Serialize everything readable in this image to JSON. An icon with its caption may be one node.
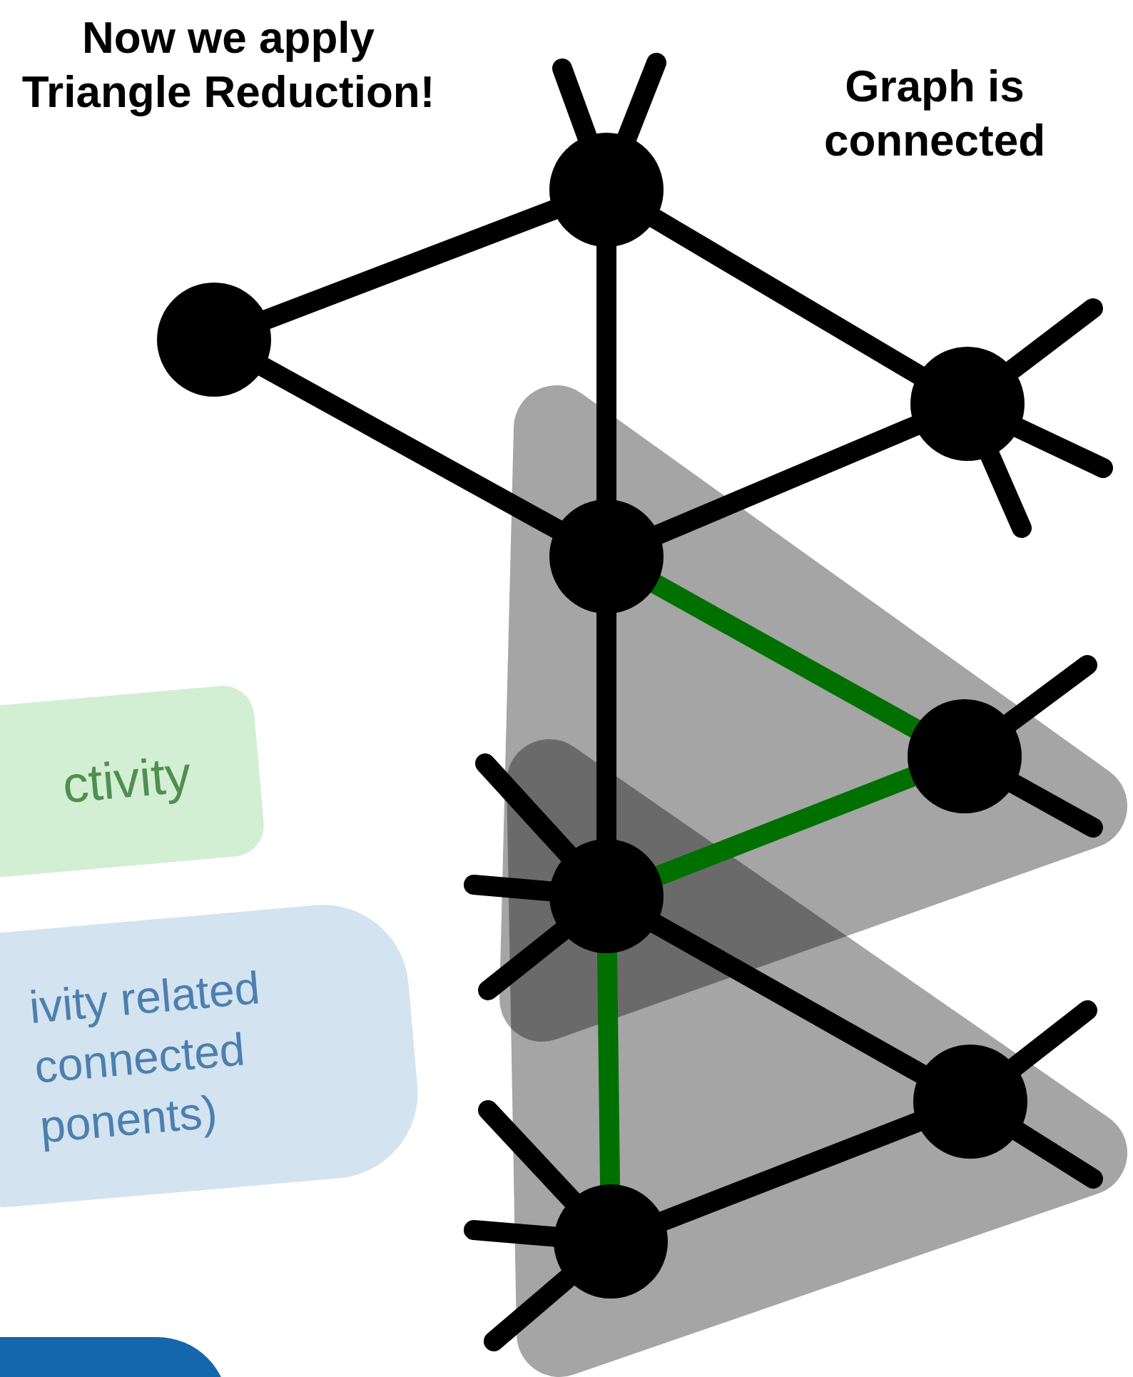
{
  "diagram": {
    "nodes": [
      {
        "text": [
          "Now we apply Triangle Reduction!"
        ]
      },
      {
        "text": [
          "Graph is connected"
        ]
      },
      {
        "text": [],
        "shape": "circle"
      },
      {
        "text": [],
        "shape": "circle"
      },
      {
        "text": [],
        "shape": "circle"
      },
      {
        "text": [],
        "shape": "circle"
      },
      {
        "text": [],
        "shape": "circle"
      },
      {
        "text": [],
        "shape": "circle"
      },
      {
        "text": [],
        "shape": "circle"
      },
      {
        "text": [],
        "shape": "circle"
      },
      {
        "text": [
          "ctivity"
        ]
      },
      {
        "text": [
          "ivity related connected ponents)"
        ]
      },
      {
        "text": [],
        "shape": "box"
      }
    ],
    "edges": [
      {
        "from": 2,
        "to": 3,
        "arrow": "none"
      },
      {
        "from": 2,
        "to": 5,
        "arrow": "none"
      },
      {
        "from": 2,
        "to": 4,
        "arrow": "none"
      },
      {
        "from": 3,
        "to": 5,
        "arrow": "none"
      },
      {
        "from": 5,
        "to": 4,
        "arrow": "none"
      },
      {
        "from": 5,
        "to": 6,
        "arrow": "none",
        "color": "#007000"
      },
      {
        "from": 5,
        "to": 7,
        "arrow": "none"
      },
      {
        "from": 6,
        "to": 7,
        "arrow": "none",
        "color": "#007000"
      },
      {
        "from": 7,
        "to": 8,
        "arrow": "none"
      },
      {
        "from": 7,
        "to": 9,
        "arrow": "none",
        "color": "#007000"
      },
      {
        "from": 8,
        "to": 9,
        "arrow": "none"
      },
      {
        "from": 2,
        "to": null,
        "arrow": "none"
      },
      {
        "from": 2,
        "to": null,
        "arrow": "none"
      },
      {
        "from": 4,
        "to": null,
        "arrow": "none"
      },
      {
        "from": 4,
        "to": null,
        "arrow": "none"
      },
      {
        "from": 4,
        "to": null,
        "arrow": "none"
      },
      {
        "from": 6,
        "to": null,
        "arrow": "none"
      },
      {
        "from": 6,
        "to": null,
        "arrow": "none"
      },
      {
        "from": 7,
        "to": null,
        "arrow": "none"
      },
      {
        "from": 7,
        "to": null,
        "arrow": "none"
      },
      {
        "from": 7,
        "to": null,
        "arrow": "none"
      },
      {
        "from": 8,
        "to": null,
        "arrow": "none"
      },
      {
        "from": 8,
        "to": null,
        "arrow": "none"
      },
      {
        "from": 9,
        "to": null,
        "arrow": "none"
      },
      {
        "from": 9,
        "to": null,
        "arrow": "none"
      },
      {
        "from": 9,
        "to": null,
        "arrow": "none"
      }
    ]
  }
}
